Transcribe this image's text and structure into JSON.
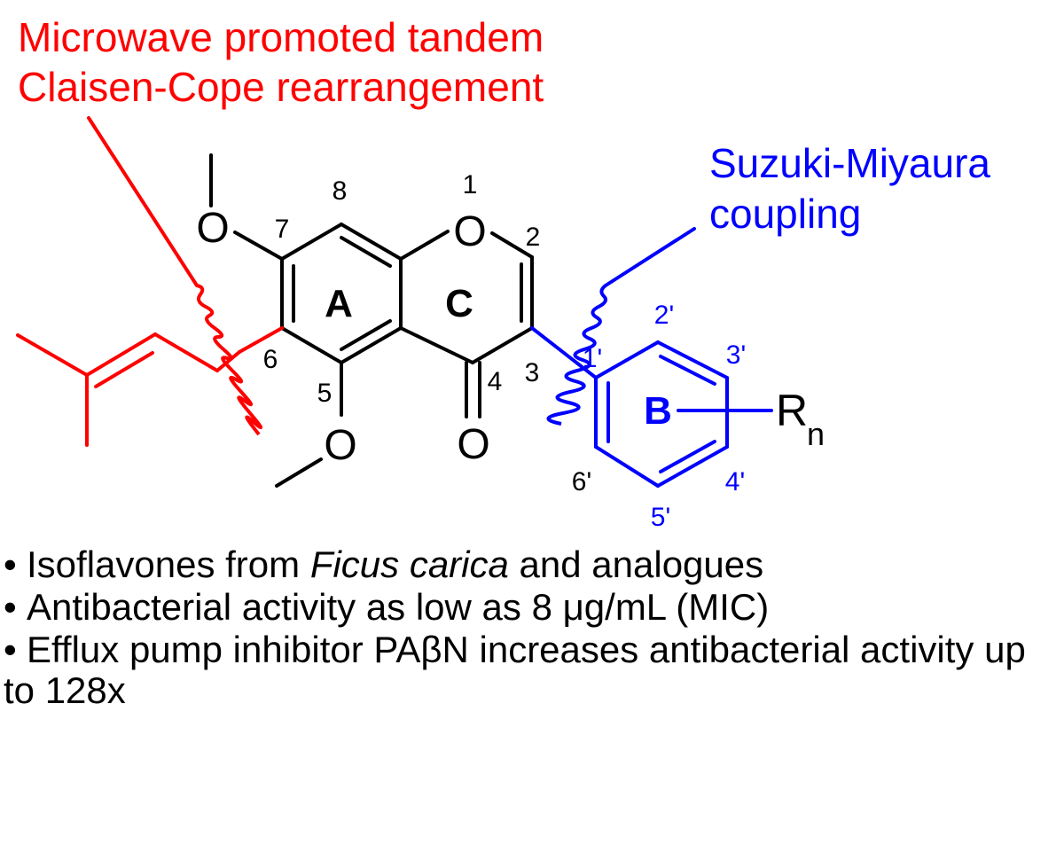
{
  "labels": {
    "claisen_line1": "Microwave promoted tandem",
    "claisen_line2": "Claisen-Cope rearrangement",
    "suzuki_line1": "Suzuki-Miyaura",
    "suzuki_line2": "coupling"
  },
  "atoms": {
    "o_methoxy7": "O",
    "o_methoxy5": "O",
    "o_ring1": "O",
    "o_carbonyl": "O",
    "ring_a": "A",
    "ring_c": "C",
    "ring_b": "B",
    "substituent_r": "R",
    "substituent_n": "n"
  },
  "numbering": {
    "n1": "1",
    "n2": "2",
    "n3": "3",
    "n4": "4",
    "n5": "5",
    "n6": "6",
    "n7": "7",
    "n8": "8",
    "p1": "1'",
    "p2": "2'",
    "p3": "3'",
    "p4": "4'",
    "p5": "5'",
    "p6": "6'"
  },
  "bullets": [
    {
      "marker": "•",
      "pre": "Isoflavones from ",
      "italic": "Ficus carica",
      "post": " and analogues"
    },
    {
      "marker": "•",
      "pre": "Antibacterial activity as low as 8 μg/mL (MIC)",
      "italic": "",
      "post": ""
    },
    {
      "marker": "•",
      "pre": "Efflux pump inhibitor PAβN increases antibacterial activity up to 128x",
      "italic": "",
      "post": ""
    }
  ],
  "colors": {
    "claisen": "#ff0000",
    "suzuki": "#0000ff",
    "core": "#000000"
  }
}
